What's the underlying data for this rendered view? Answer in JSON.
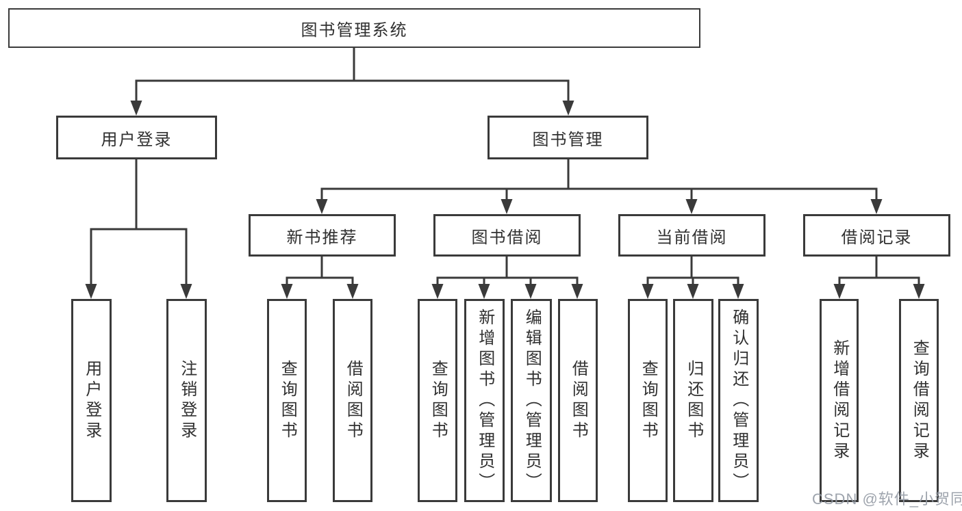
{
  "tree": {
    "root": "图书管理系统",
    "children": [
      {
        "label": "用户登录",
        "children": [
          {
            "label": "用户登录"
          },
          {
            "label": "注销登录"
          }
        ]
      },
      {
        "label": "图书管理",
        "children": [
          {
            "label": "新书推荐",
            "children": [
              {
                "label": "查询图书"
              },
              {
                "label": "借阅图书"
              }
            ]
          },
          {
            "label": "图书借阅",
            "children": [
              {
                "label": "查询图书"
              },
              {
                "label": "新增图书（管理员）"
              },
              {
                "label": "编辑图书（管理员）"
              },
              {
                "label": "借阅图书"
              }
            ]
          },
          {
            "label": "当前借阅",
            "children": [
              {
                "label": "查询图书"
              },
              {
                "label": "归还图书"
              },
              {
                "label": "确认归还（管理员）"
              }
            ]
          },
          {
            "label": "借阅记录",
            "children": [
              {
                "label": "新增借阅记录"
              },
              {
                "label": "查询借阅记录"
              }
            ]
          }
        ]
      }
    ]
  },
  "watermark": {
    "text": "CSDN @软件_小贺同学",
    "color": "#949aa4"
  },
  "colors": {
    "line": "#3a3a3a",
    "text": "#303030",
    "background": "#ffffff"
  }
}
